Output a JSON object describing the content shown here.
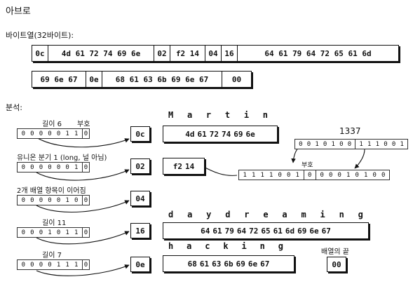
{
  "title": "아브로",
  "byte_seq_label": "바이트열(32바이트):",
  "byte_rows": [
    [
      "0c",
      "4d 61 72 74 69 6e",
      "02",
      "f2 14",
      "04",
      "16",
      "64 61 79 64 72 65 61 6d"
    ],
    [
      "69 6e 67",
      "0e",
      "68 61 63 6b 69 6e 67",
      "00"
    ]
  ],
  "analysis_label": "분석:",
  "sections": [
    {
      "label": "길이 6",
      "sign_label": "부호",
      "bits": [
        "0",
        "0",
        "0",
        "0",
        "0",
        "1",
        "1",
        "0"
      ],
      "sign_bit": "0",
      "byte": "0c"
    },
    {
      "label": "유니온 분기 1 (long, 널 아님)",
      "bits": [
        "0",
        "0",
        "0",
        "0",
        "0",
        "0",
        "1",
        "0"
      ],
      "sign_bit": "0",
      "byte": "02"
    },
    {
      "label": "2개 배열 항목이 이어짐",
      "bits": [
        "0",
        "0",
        "0",
        "0",
        "0",
        "1",
        "0",
        "0"
      ],
      "sign_bit": "0",
      "byte": "04"
    },
    {
      "label": "길이 11",
      "bits": [
        "0",
        "0",
        "0",
        "1",
        "0",
        "1",
        "1",
        "0"
      ],
      "sign_bit": "0",
      "byte": "16"
    },
    {
      "label": "길이 7",
      "bits": [
        "0",
        "0",
        "0",
        "0",
        "1",
        "1",
        "1",
        "0"
      ],
      "sign_bit": "0",
      "byte": "0e"
    }
  ],
  "martin": {
    "letters": [
      "M",
      "a",
      "r",
      "t",
      "i",
      "n"
    ],
    "hex": [
      "4d",
      "61",
      "72",
      "74",
      "69",
      "6e"
    ]
  },
  "daydreaming": {
    "letters": [
      "d",
      "a",
      "y",
      "d",
      "r",
      "e",
      "a",
      "m",
      "i",
      "n",
      "g"
    ],
    "hex": [
      "64",
      "61",
      "79",
      "64",
      "72",
      "65",
      "61",
      "6d",
      "69",
      "6e",
      "67"
    ]
  },
  "hacking": {
    "letters": [
      "h",
      "a",
      "c",
      "k",
      "i",
      "n",
      "g"
    ],
    "hex": [
      "68",
      "61",
      "63",
      "6b",
      "69",
      "6e",
      "67"
    ]
  },
  "value_1337": {
    "number": "1337",
    "bits_top_a": [
      "0",
      "0",
      "1",
      "0",
      "1",
      "0",
      "0"
    ],
    "bits_top_b": [
      "1",
      "1",
      "1",
      "0",
      "0",
      "1"
    ],
    "sign_label": "부호",
    "bits_bot_a": [
      "1",
      "1",
      "1",
      "1",
      "0",
      "0",
      "1"
    ],
    "bits_bot_b": [
      "0"
    ],
    "bits_bot_c": [
      "0",
      "0",
      "0",
      "1",
      "0",
      "1",
      "0",
      "0"
    ],
    "hex": [
      "f2",
      "14"
    ]
  },
  "end_label": "배열의 끝",
  "end_byte": "00"
}
